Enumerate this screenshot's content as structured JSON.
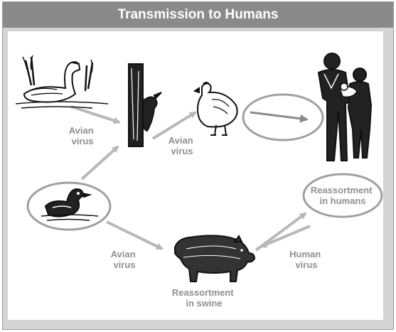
{
  "title": "Transmission to Humans",
  "labels": {
    "avian_virus_1": [
      "Avian",
      "virus"
    ],
    "avian_virus_2": [
      "Avian",
      "virus"
    ],
    "avian_virus_3": [
      "Avian",
      "virus"
    ],
    "human_virus": [
      "Human",
      "virus"
    ],
    "reassortment_swine": [
      "Reassortment",
      "in swine"
    ],
    "reassortment_humans": [
      "Reassortment",
      "in humans"
    ]
  },
  "nodes": [
    "swan-icon",
    "duck-icon",
    "woodpecker-icon",
    "chicken-icon",
    "human-family-icon",
    "pig-icon"
  ],
  "colors": {
    "frame": "#d4d4d4",
    "title_bar": "#8a8a8a",
    "arrow": "#b8b8b8",
    "label": "#909090",
    "ink": "#111111"
  }
}
